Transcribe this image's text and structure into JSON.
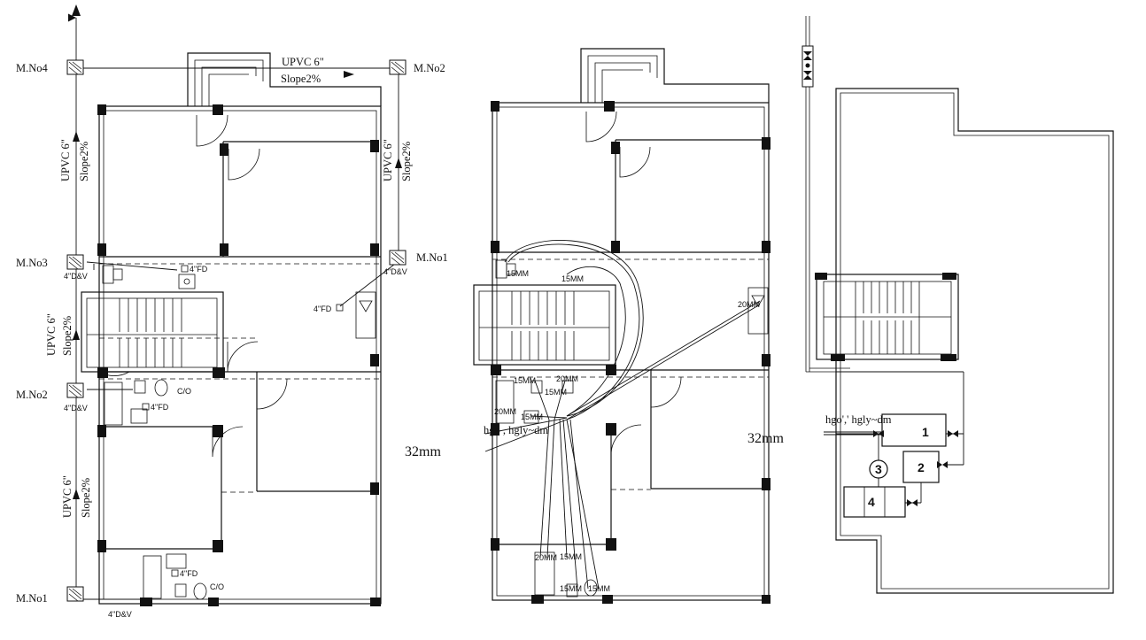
{
  "manholes": {
    "mn1": "M.No1",
    "mn2": "M.No2",
    "mn3": "M.No3",
    "mn4": "M.No4",
    "mn1_right": "M.No1",
    "mn2_left": "M.No2"
  },
  "pipe_labels": {
    "upvc": "UPVC 6\"",
    "slope": "Slope2%",
    "dv": "4\"D&V",
    "fd": "4\"FD",
    "co": "C/O"
  },
  "dimensions": {
    "left_size": "32mm",
    "right_size": "32mm"
  },
  "water_labels": {
    "m15": "15MM",
    "m20": "20MM",
    "tank_text_left": "hgo , hgly~dm",
    "tank_text_right": "hgo',' hgly~dm"
  },
  "tanks": {
    "t1": "1",
    "t2": "2",
    "t3": "3",
    "t4": "4"
  }
}
